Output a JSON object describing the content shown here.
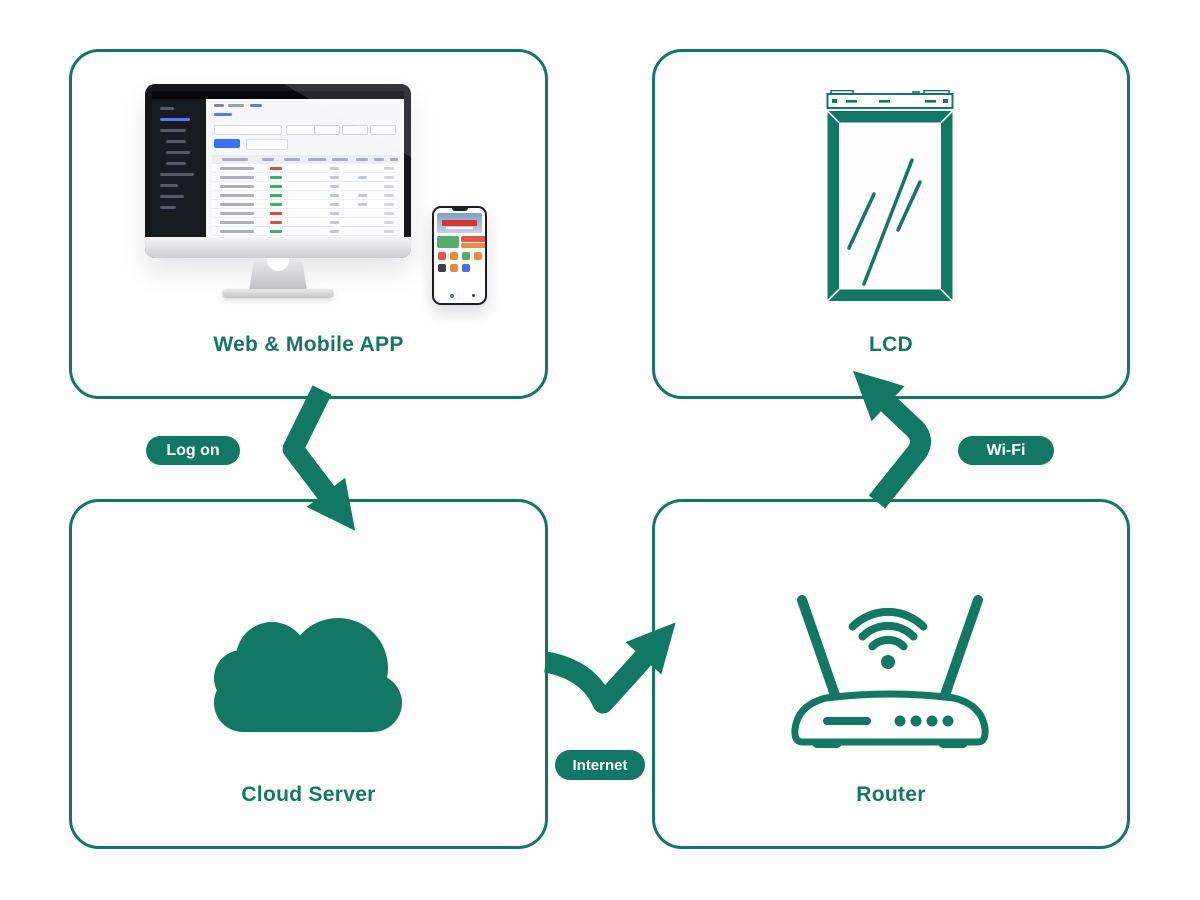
{
  "page": {
    "background": "#ffffff",
    "accent_green": "#107863",
    "label_text_color": "#ffffff"
  },
  "diagram": {
    "nodes": [
      {
        "id": "web-mobile-app",
        "label": "Web & Mobile APP"
      },
      {
        "id": "lcd",
        "label": "LCD"
      },
      {
        "id": "cloud-server",
        "label": "Cloud Server"
      },
      {
        "id": "router",
        "label": "Router"
      }
    ],
    "connections": [
      {
        "from": "web-mobile-app",
        "to": "cloud-server",
        "label": "Log on"
      },
      {
        "from": "cloud-server",
        "to": "router",
        "label": "Internet"
      },
      {
        "from": "router",
        "to": "lcd",
        "label": "Wi-Fi"
      }
    ]
  },
  "icons": {
    "cloud": "cloud-icon",
    "router": "router-icon",
    "wifi_signal": "wifi-signal-icon",
    "lcd_panel": "lcd-panel-icon",
    "monitor": "desktop-monitor-illustration",
    "phone": "smartphone-illustration",
    "arrows": [
      "logon-arrow-icon",
      "internet-arrow-icon",
      "wifi-arrow-icon"
    ]
  },
  "monitor_screen": {
    "accent_blue": "#3570fe",
    "status_palette": {
      "red": "#e04b3f",
      "green": "#35b36b"
    },
    "status_rows": [
      "red",
      "green",
      "green",
      "green",
      "green",
      "red",
      "red",
      "green",
      "green",
      "red"
    ]
  }
}
